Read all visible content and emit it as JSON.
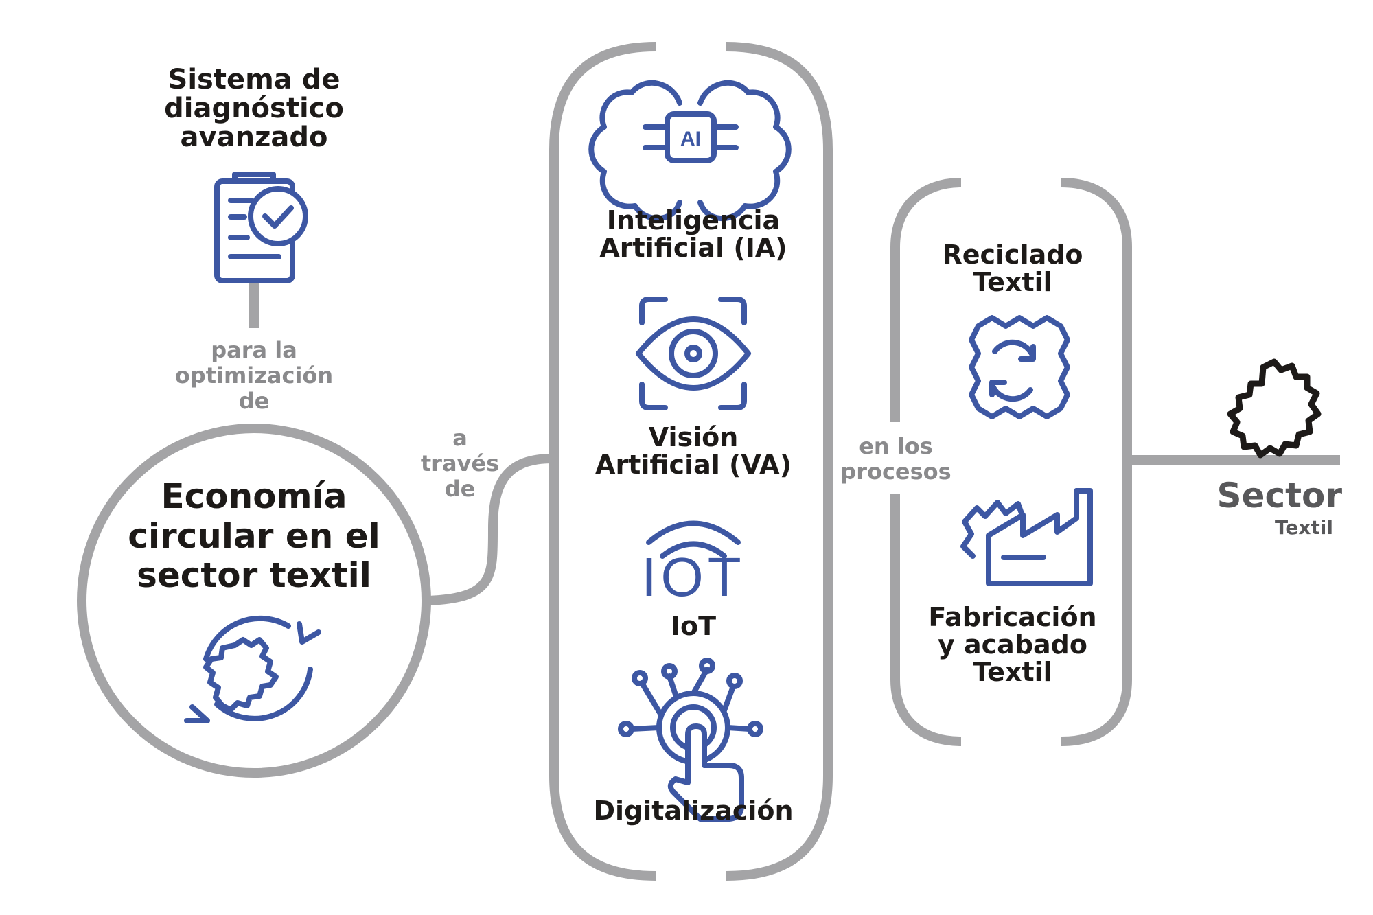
{
  "title_block": {
    "lines": [
      "Sistema de",
      "diagnóstico",
      "avanzado"
    ]
  },
  "connector_labels": {
    "para": [
      "para la",
      "optimización",
      "de"
    ],
    "traves": [
      "a",
      "través",
      "de"
    ],
    "procesos": [
      "en los",
      "procesos"
    ]
  },
  "main_circle": {
    "lines": [
      "Economía",
      "circular en el",
      "sector textil"
    ]
  },
  "technologies": [
    {
      "icon": "ai-brain-icon",
      "lines": [
        "Inteligencia",
        "Artificial (IA)"
      ],
      "chip_text": "AI"
    },
    {
      "icon": "eye-scan-icon",
      "lines": [
        "Visión",
        "Artificial (VA)"
      ]
    },
    {
      "icon": "iot-icon",
      "lines": [
        "IoT"
      ],
      "icon_text": "IOT"
    },
    {
      "icon": "touch-network-icon",
      "lines": [
        "Digitalización"
      ]
    }
  ],
  "processes": [
    {
      "icon": "fabric-recycle-icon",
      "lines": [
        "Reciclado",
        "Textil"
      ]
    },
    {
      "icon": "factory-icon",
      "lines": [
        "Fabricación",
        "y acabado",
        "Textil"
      ]
    }
  ],
  "sector": {
    "title": "Sector",
    "subtitle": "Textil",
    "icon": "fabric-icon"
  },
  "colors": {
    "blue": "#3d57a3",
    "gray_line": "#a4a4a6",
    "dark_text": "#1d1a18",
    "gray_text": "#8a8a8c"
  }
}
